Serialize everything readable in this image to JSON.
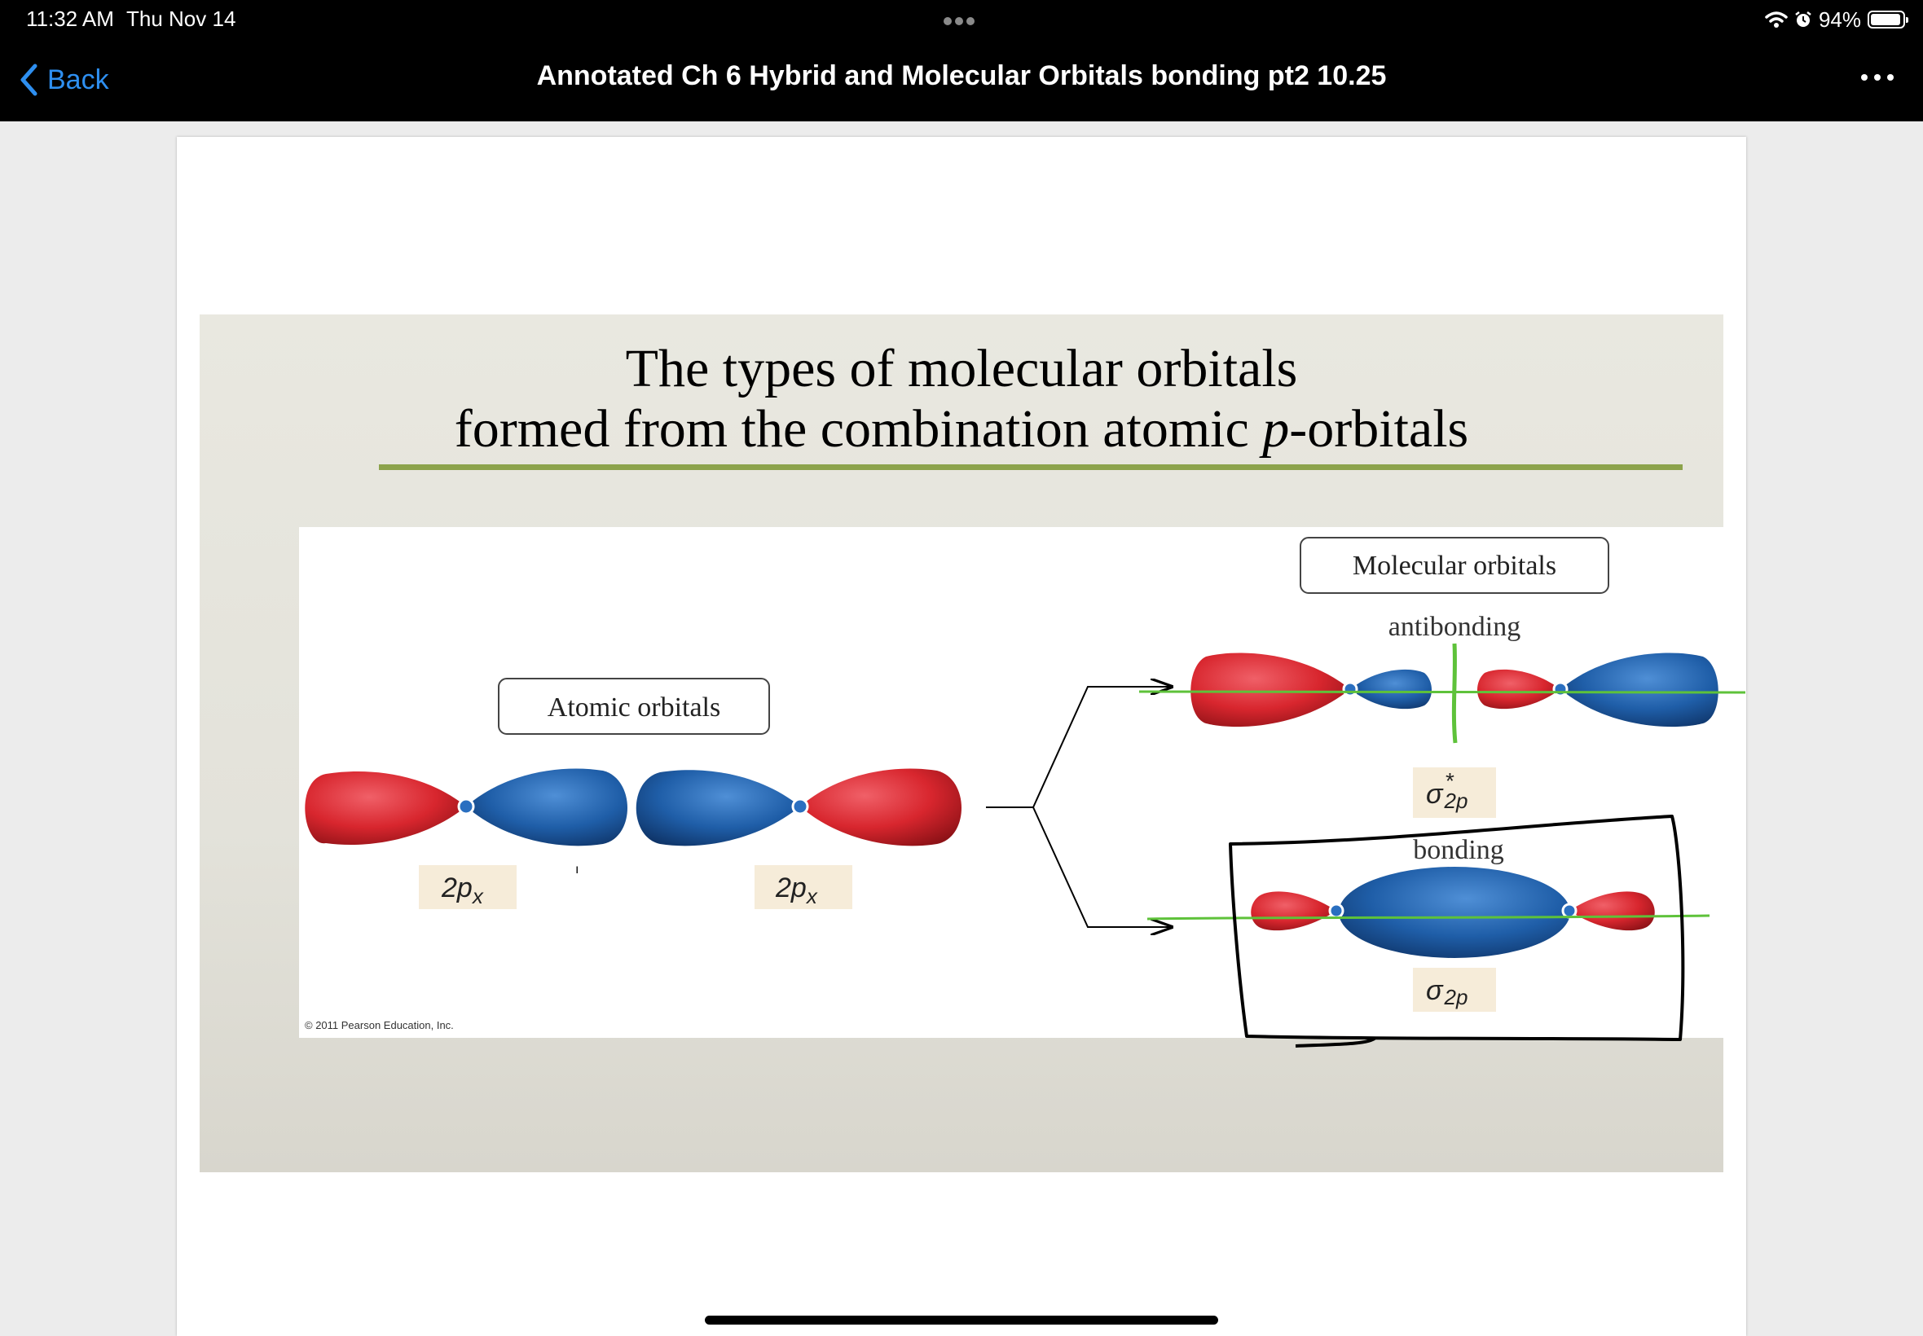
{
  "status_bar": {
    "time": "11:32 AM",
    "date": "Thu Nov 14",
    "battery": "94%",
    "battery_level": 0.94
  },
  "nav": {
    "back_label": "Back",
    "title": "Annotated Ch 6 Hybrid and Molecular Orbitals bonding pt2 10.25"
  },
  "slide": {
    "title_line1": "The types of molecular orbitals",
    "title_line2_prefix": "formed from the combination atomic ",
    "title_line2_italic": "p",
    "title_line2_suffix": "-orbitals"
  },
  "figure": {
    "atomic_label": "Atomic orbitals",
    "molecular_label": "Molecular orbitals",
    "antibonding_label": "antibonding",
    "bonding_label": "bonding",
    "orbital_left_label": "2p",
    "orbital_left_sub": "x",
    "orbital_right_label": "2p",
    "orbital_right_sub": "x",
    "sigma_star_symbol": "σ",
    "sigma_star_sup": "*",
    "sigma_star_sub": "2p",
    "sigma_symbol": "σ",
    "sigma_sub": "2p",
    "copyright": "© 2011 Pearson Education, Inc.",
    "colors": {
      "red_lobe": "#d8262e",
      "blue_lobe": "#1f5ea8",
      "annotation_green": "#5ec23a"
    }
  }
}
